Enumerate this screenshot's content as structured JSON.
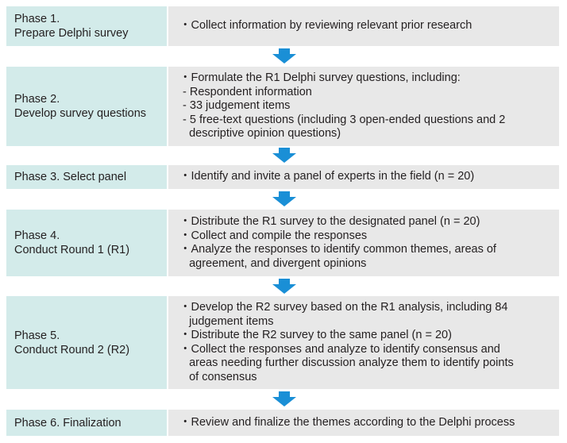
{
  "phases": [
    {
      "title_lines": [
        "Phase 1.",
        "Prepare Delphi survey"
      ],
      "detail_lines": [
        "・Collect information by reviewing relevant prior research"
      ]
    },
    {
      "title_lines": [
        "Phase 2.",
        "Develop survey questions"
      ],
      "detail_lines": [
        "・Formulate the R1 Delphi survey questions, including:",
        " - Respondent information",
        " - 33 judgement items",
        " - 5 free-text questions (including 3 open-ended questions and 2",
        "   descriptive opinion questions)"
      ]
    },
    {
      "title_lines": [
        "Phase 3. Select panel"
      ],
      "detail_lines": [
        "・Identify and invite a panel of experts in the field (n = 20)"
      ]
    },
    {
      "title_lines": [
        "Phase 4.",
        "Conduct Round 1 (R1)"
      ],
      "detail_lines": [
        "・Distribute the R1 survey to the designated panel (n = 20)",
        "・Collect and compile the responses",
        "・Analyze the responses to identify common themes, areas of",
        "   agreement, and divergent opinions"
      ]
    },
    {
      "title_lines": [
        "Phase 5.",
        "Conduct Round 2 (R2)"
      ],
      "detail_lines": [
        "・Develop the R2 survey based on the R1 analysis, including 84",
        "   judgement items",
        "・Distribute the R2 survey to the same panel (n = 20)",
        "・Collect the responses and analyze to identify consensus and",
        "   areas needing further discussion analyze them to identify points",
        "   of consensus"
      ]
    },
    {
      "title_lines": [
        "Phase 6. Finalization"
      ],
      "detail_lines": [
        "・Review and finalize the themes according to the Delphi process"
      ]
    }
  ],
  "colors": {
    "phase_box": "#d3ebea",
    "detail_box": "#e8e8e8",
    "arrow": "#1a8fd6",
    "text": "#231f20"
  }
}
